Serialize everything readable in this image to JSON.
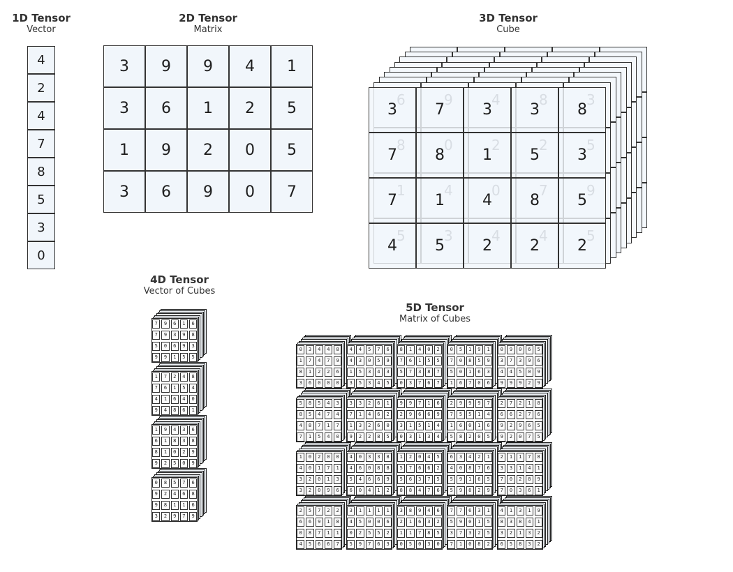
{
  "tensor1d": {
    "title": "1D Tensor",
    "subtitle": "Vector",
    "values": [
      4,
      2,
      4,
      7,
      8,
      5,
      3,
      0
    ]
  },
  "tensor2d": {
    "title": "2D Tensor",
    "subtitle": "Matrix",
    "rows": [
      [
        3,
        9,
        9,
        4,
        1
      ],
      [
        3,
        6,
        1,
        2,
        5
      ],
      [
        1,
        9,
        2,
        0,
        5
      ],
      [
        3,
        6,
        9,
        0,
        7
      ]
    ]
  },
  "tensor3d": {
    "title": "3D Tensor",
    "subtitle": "Cube",
    "front": [
      [
        3,
        7,
        3,
        3,
        8
      ],
      [
        7,
        8,
        1,
        5,
        3
      ],
      [
        7,
        1,
        4,
        8,
        5
      ],
      [
        4,
        5,
        2,
        2,
        2
      ]
    ],
    "behind": [
      [
        6,
        9,
        4,
        8,
        3
      ],
      [
        8,
        0,
        2,
        2,
        5
      ],
      [
        1,
        4,
        0,
        7,
        9
      ],
      [
        5,
        3,
        4,
        4,
        5
      ]
    ]
  },
  "tensor4d": {
    "title": "4D Tensor",
    "subtitle": "Vector of Cubes",
    "cubes": [
      [
        [
          7,
          9,
          6,
          1,
          6
        ],
        [
          7,
          9,
          3,
          9,
          8
        ],
        [
          5,
          0,
          6,
          9,
          3
        ],
        [
          9,
          9,
          1,
          5,
          5
        ]
      ],
      [
        [
          1,
          7,
          2,
          4,
          8
        ],
        [
          7,
          6,
          1,
          5,
          4
        ],
        [
          4,
          1,
          6,
          4,
          0
        ],
        [
          9,
          4,
          8,
          6,
          1
        ]
      ],
      [
        [
          1,
          9,
          4,
          3,
          6
        ],
        [
          6,
          1,
          8,
          3,
          8
        ],
        [
          8,
          1,
          0,
          2,
          9
        ],
        [
          9,
          2,
          5,
          0,
          9
        ]
      ],
      [
        [
          0,
          8,
          5,
          7,
          6
        ],
        [
          9,
          2,
          4,
          6,
          8
        ],
        [
          9,
          8,
          1,
          1,
          6
        ],
        [
          3,
          2,
          9,
          7,
          9
        ]
      ]
    ]
  },
  "tensor5d": {
    "title": "5D Tensor",
    "subtitle": "Matrix of Cubes",
    "cubes": [
      [
        [
          [
            0,
            3,
            4,
            4,
            8
          ],
          [
            1,
            7,
            4,
            7,
            9
          ],
          [
            8,
            1,
            2,
            2,
            6
          ],
          [
            3,
            6,
            0,
            0,
            0
          ]
        ],
        [
          [
            4,
            4,
            5,
            7,
            6
          ],
          [
            4,
            3,
            0,
            5,
            9
          ],
          [
            1,
            5,
            3,
            4,
            3
          ],
          [
            3,
            5,
            3,
            4,
            5
          ]
        ],
        [
          [
            8,
            1,
            4,
            0,
            2
          ],
          [
            7,
            6,
            1,
            5,
            5
          ],
          [
            5,
            7,
            3,
            8,
            7
          ],
          [
            0,
            3,
            7,
            6,
            7
          ]
        ],
        [
          [
            0,
            5,
            1,
            9,
            1
          ],
          [
            7,
            0,
            8,
            5,
            9
          ],
          [
            5,
            0,
            1,
            6,
            3
          ],
          [
            1,
            6,
            7,
            0,
            6
          ]
        ],
        [
          [
            0,
            9,
            0,
            6,
            5
          ],
          [
            3,
            7,
            3,
            9,
            6
          ],
          [
            4,
            4,
            5,
            0,
            9
          ],
          [
            9,
            9,
            9,
            2,
            9
          ]
        ]
      ],
      [
        [
          [
            5,
            8,
            5,
            4,
            3
          ],
          [
            8,
            5,
            4,
            7,
            4
          ],
          [
            4,
            8,
            7,
            1,
            7
          ],
          [
            7,
            1,
            5,
            4,
            0
          ]
        ],
        [
          [
            3,
            3,
            2,
            6,
            1
          ],
          [
            7,
            1,
            4,
            6,
            2
          ],
          [
            1,
            3,
            2,
            6,
            0
          ],
          [
            9,
            2,
            2,
            8,
            5
          ]
        ],
        [
          [
            9,
            9,
            7,
            1,
            6
          ],
          [
            2,
            9,
            6,
            6,
            9
          ],
          [
            3,
            1,
            5,
            1,
            4
          ],
          [
            0,
            3,
            1,
            3,
            4
          ]
        ],
        [
          [
            2,
            9,
            9,
            9,
            7
          ],
          [
            7,
            5,
            5,
            1,
            4
          ],
          [
            1,
            6,
            0,
            1,
            6
          ],
          [
            5,
            8,
            2,
            0,
            5
          ]
        ],
        [
          [
            2,
            7,
            2,
            1,
            8
          ],
          [
            6,
            6,
            2,
            7,
            6
          ],
          [
            9,
            2,
            9,
            6,
            5
          ],
          [
            9,
            2,
            0,
            7,
            5
          ]
        ]
      ],
      [
        [
          [
            1,
            0,
            2,
            0,
            0
          ],
          [
            4,
            0,
            1,
            7,
            1
          ],
          [
            3,
            2,
            0,
            1,
            3
          ],
          [
            3,
            2,
            0,
            9,
            6
          ]
        ],
        [
          [
            4,
            0,
            3,
            3,
            8
          ],
          [
            4,
            6,
            0,
            8,
            8
          ],
          [
            5,
            4,
            6,
            6,
            9
          ],
          [
            6,
            0,
            4,
            1,
            2
          ]
        ],
        [
          [
            1,
            2,
            0,
            4,
            5
          ],
          [
            5,
            7,
            6,
            6,
            2
          ],
          [
            5,
            6,
            3,
            7,
            5
          ],
          [
            8,
            8,
            4,
            7,
            6
          ]
        ],
        [
          [
            6,
            3,
            4,
            2,
            1
          ],
          [
            4,
            0,
            8,
            7,
            6
          ],
          [
            5,
            9,
            1,
            6,
            5
          ],
          [
            5,
            9,
            8,
            2,
            9
          ]
        ],
        [
          [
            2,
            1,
            1,
            7,
            8
          ],
          [
            3,
            3,
            1,
            4,
            1
          ],
          [
            7,
            0,
            2,
            8,
            9
          ],
          [
            7,
            0,
            3,
            6,
            1
          ]
        ]
      ],
      [
        [
          [
            2,
            5,
            7,
            2,
            2
          ],
          [
            6,
            6,
            9,
            1,
            8
          ],
          [
            0,
            8,
            7,
            1,
            1
          ],
          [
            4,
            5,
            6,
            6,
            7
          ]
        ],
        [
          [
            3,
            1,
            1,
            1,
            1
          ],
          [
            4,
            5,
            0,
            0,
            6
          ],
          [
            0,
            2,
            5,
            5,
            2
          ],
          [
            5,
            9,
            7,
            6,
            3
          ]
        ],
        [
          [
            3,
            8,
            9,
            4,
            6
          ],
          [
            2,
            1,
            6,
            3,
            2
          ],
          [
            1,
            1,
            7,
            8,
            5
          ],
          [
            0,
            5,
            0,
            3,
            0
          ]
        ],
        [
          [
            7,
            7,
            6,
            3,
            1
          ],
          [
            5,
            9,
            0,
            1,
            5
          ],
          [
            3,
            7,
            3,
            2,
            5
          ],
          [
            7,
            1,
            0,
            8,
            2
          ]
        ],
        [
          [
            4,
            1,
            3,
            1,
            9
          ],
          [
            8,
            3,
            8,
            4,
            1
          ],
          [
            3,
            2,
            1,
            3,
            2
          ],
          [
            6,
            5,
            8,
            3,
            2
          ]
        ]
      ]
    ]
  }
}
